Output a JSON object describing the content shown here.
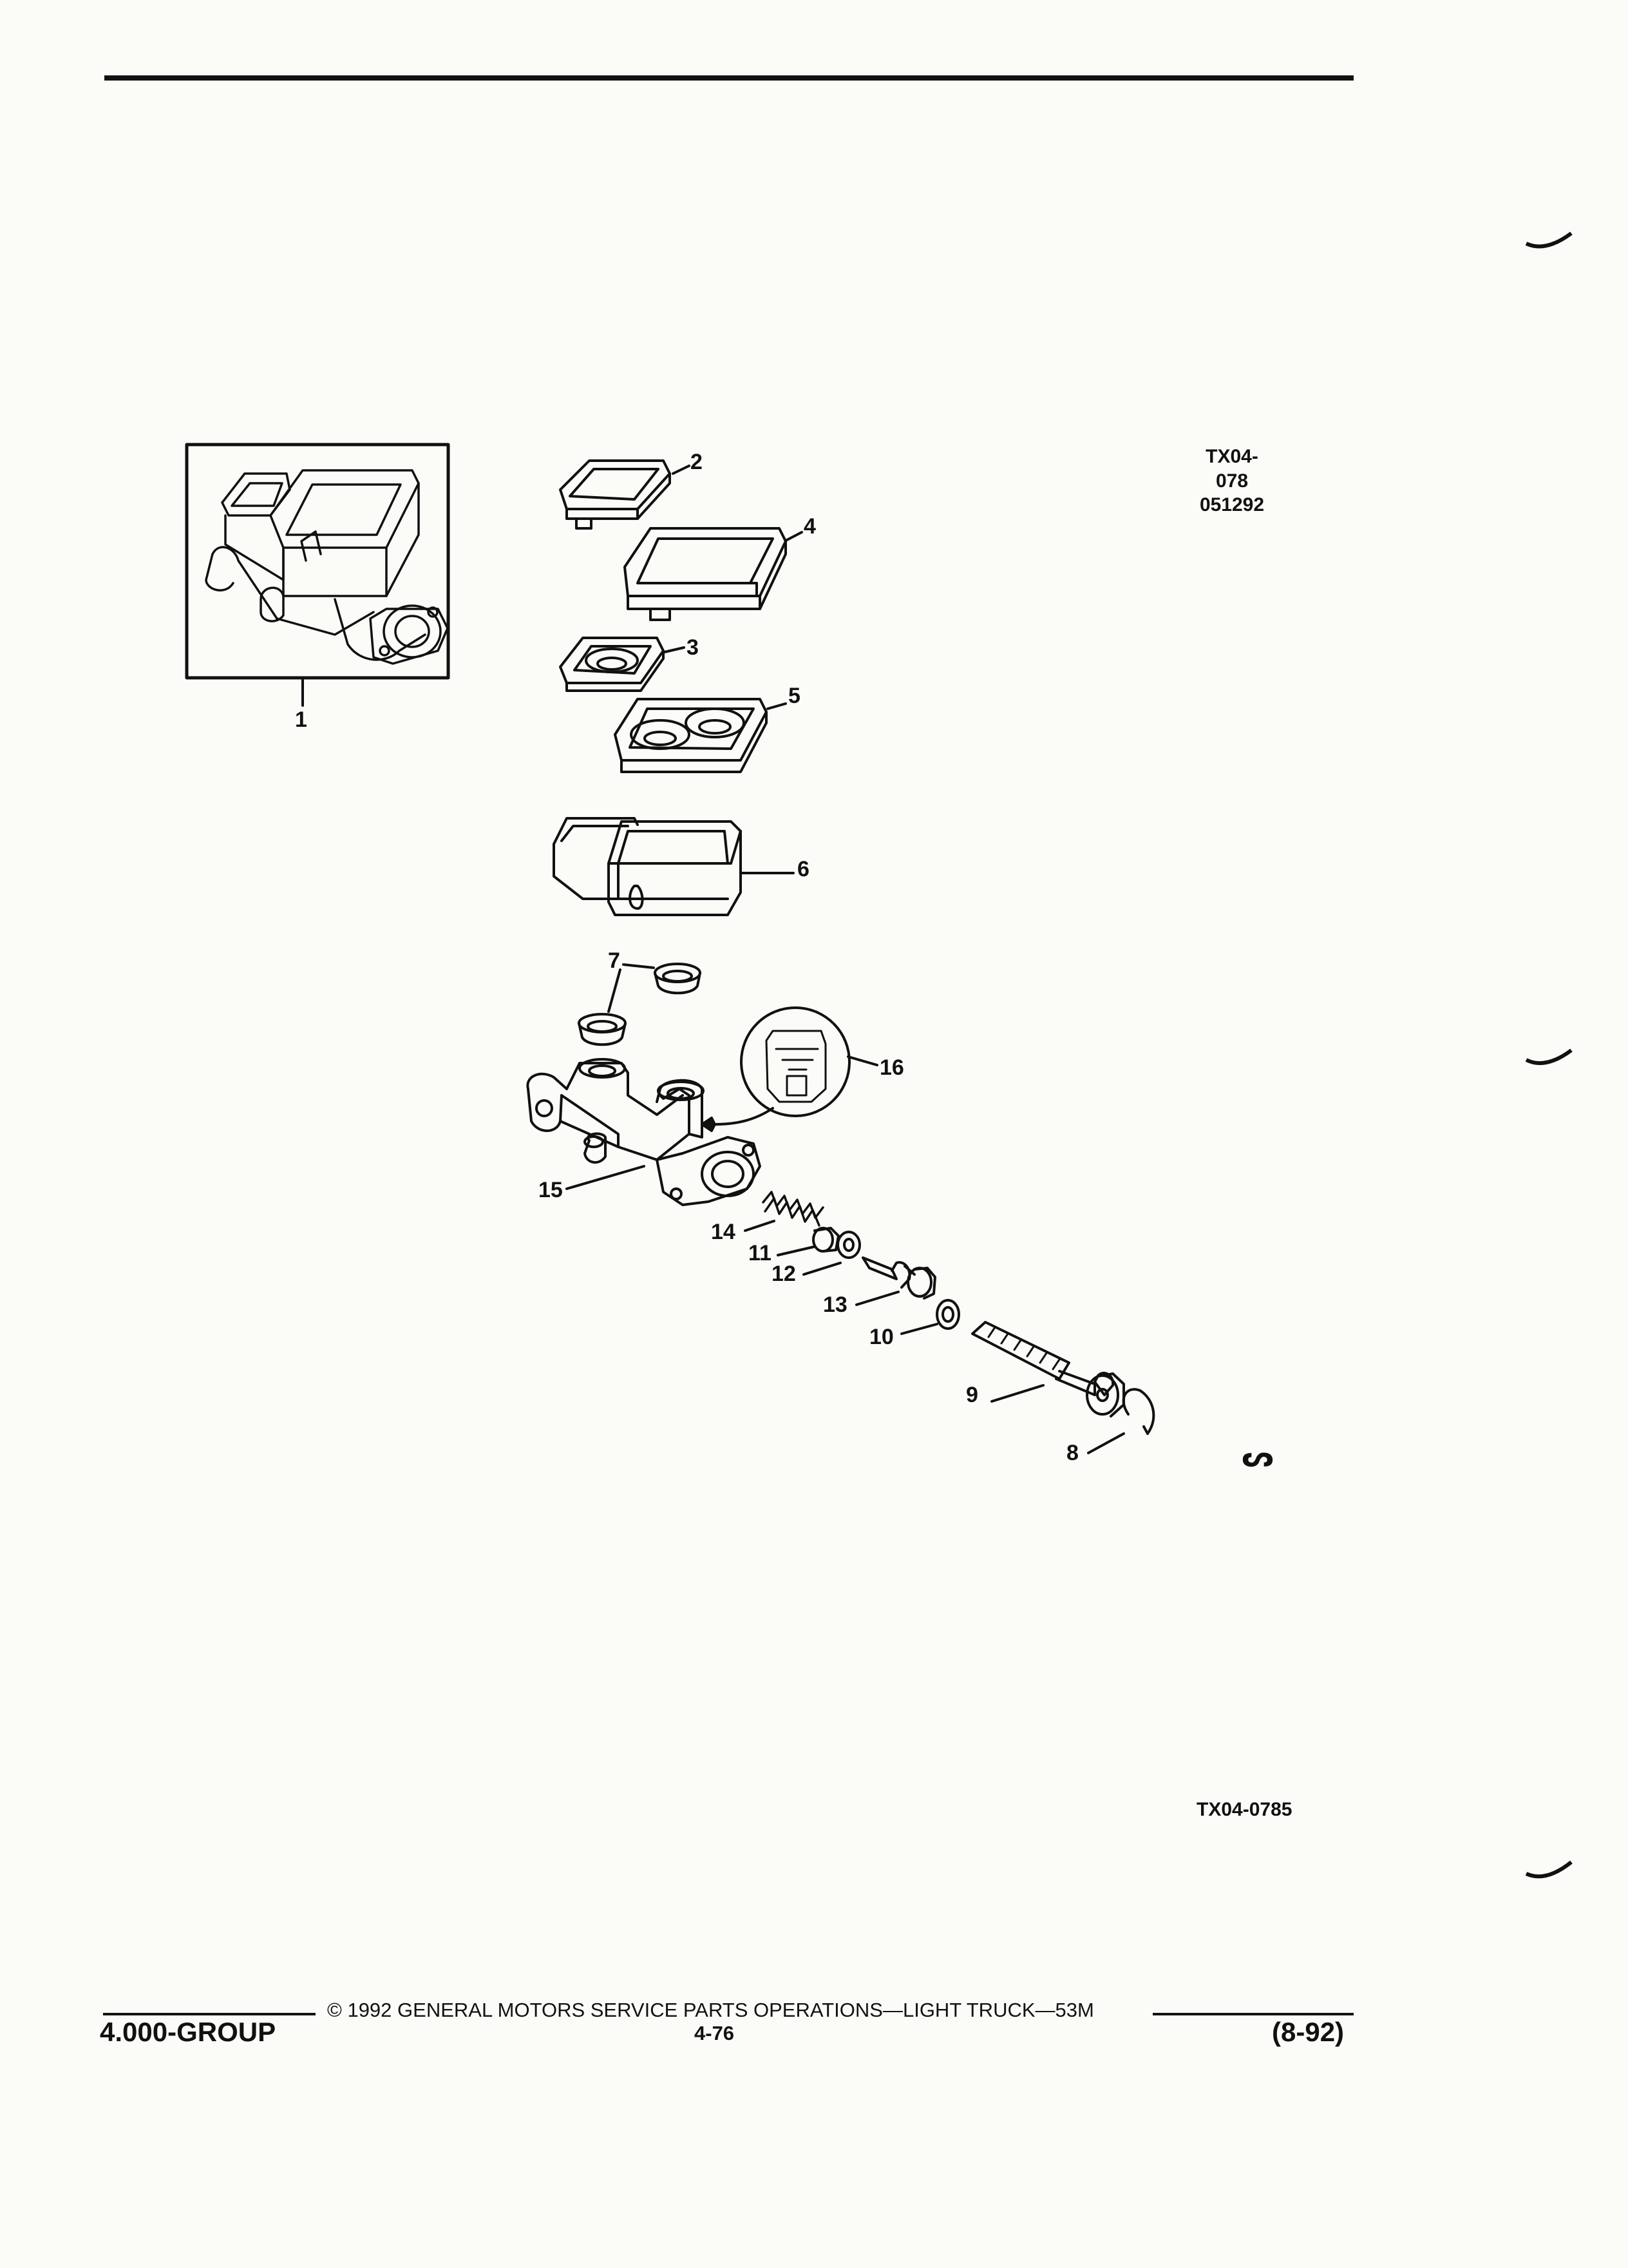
{
  "header": {},
  "figure": {
    "codes": {
      "top_code": "TX04-078",
      "top_date": "051292",
      "bottom_code": "TX04-0785"
    },
    "callouts": [
      {
        "id": "1",
        "text": "1"
      },
      {
        "id": "2",
        "text": "2"
      },
      {
        "id": "3",
        "text": "3"
      },
      {
        "id": "4",
        "text": "4"
      },
      {
        "id": "5",
        "text": "5"
      },
      {
        "id": "6",
        "text": "6"
      },
      {
        "id": "7",
        "text": "7"
      },
      {
        "id": "8",
        "text": "8"
      },
      {
        "id": "9",
        "text": "9"
      },
      {
        "id": "10",
        "text": "10"
      },
      {
        "id": "11",
        "text": "11"
      },
      {
        "id": "12",
        "text": "12"
      },
      {
        "id": "13",
        "text": "13"
      },
      {
        "id": "14",
        "text": "14"
      },
      {
        "id": "15",
        "text": "15"
      },
      {
        "id": "16",
        "text": "16"
      }
    ],
    "continuation_mark": "ᔕ"
  },
  "footer": {
    "group": "4.000-GROUP",
    "copyright": "© 1992 GENERAL MOTORS SERVICE PARTS OPERATIONS—LIGHT TRUCK—53M",
    "page": "4-76",
    "date": "(8-92)"
  }
}
